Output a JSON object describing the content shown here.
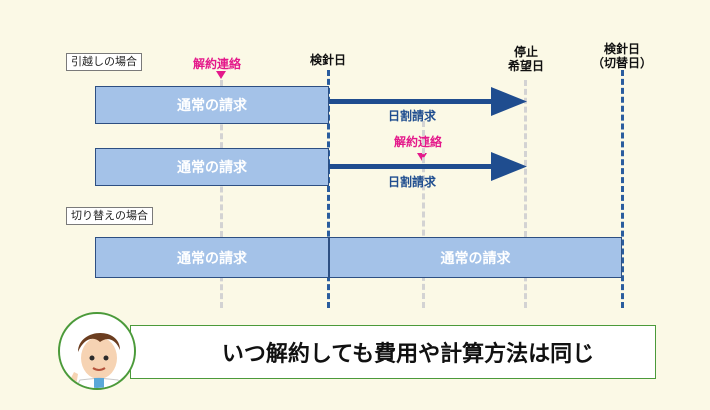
{
  "sections": {
    "moving": "引越しの場合",
    "switching": "切り替えの場合"
  },
  "markers": {
    "cancel_notice_1": "解約連絡",
    "cancel_notice_2": "解約連絡"
  },
  "columns": {
    "meter_reading": "検針日",
    "stop_date_line1": "停止",
    "stop_date_line2": "希望日",
    "switch_date_line1": "検針日",
    "switch_date_line2": "（切替日）"
  },
  "bars": {
    "row1_normal": "通常の請求",
    "row2_normal": "通常の請求",
    "row3_normal": "通常の請求",
    "row3_new": "通常の請求"
  },
  "arrows": {
    "row1_prorated": "日割請求",
    "row2_prorated": "日割請求"
  },
  "caption": "いつ解約しても費用や計算方法は同じ",
  "colors": {
    "background": "#fbf9e6",
    "bar_fill": "#a4c2e8",
    "arrow": "#1f4d8f",
    "marker": "#e4198b",
    "caption_border": "#4b9a3a"
  },
  "icons": {
    "avatar": "advisor-avatar-icon"
  }
}
